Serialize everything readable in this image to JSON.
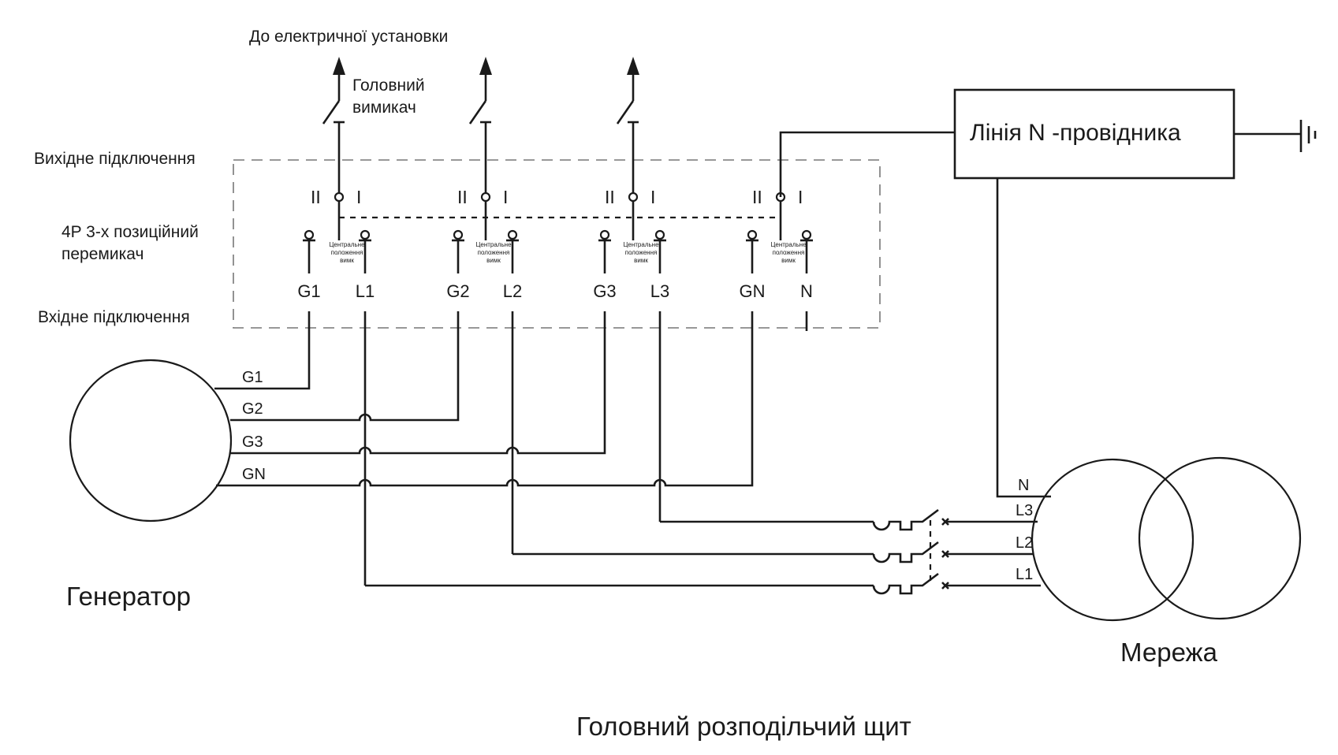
{
  "diagram": {
    "title": "Головний розподільчий щит",
    "top_label": "До електричної установки",
    "main_switch_label": [
      "Головний",
      "вимикач"
    ],
    "left_labels": {
      "output": "Вихідне підключення",
      "switch": [
        "4P 3-х позиційний",
        "перемикач"
      ],
      "input": "Вхідне підключення"
    },
    "poles": [
      {
        "id": "pole-1",
        "out_arrow": true,
        "main_switch": true,
        "left_term": "G1",
        "right_term": "L1",
        "pos_II": "II",
        "pos_I": "I",
        "center_note": [
          "Центральне",
          "положення",
          "вимк"
        ]
      },
      {
        "id": "pole-2",
        "out_arrow": true,
        "main_switch": true,
        "left_term": "G2",
        "right_term": "L2",
        "pos_II": "II",
        "pos_I": "I",
        "center_note": [
          "Центральне",
          "положення",
          "вимк"
        ]
      },
      {
        "id": "pole-3",
        "out_arrow": true,
        "main_switch": true,
        "left_term": "G3",
        "right_term": "L3",
        "pos_II": "II",
        "pos_I": "I",
        "center_note": [
          "Центральне",
          "положення",
          "вимк"
        ]
      },
      {
        "id": "pole-n",
        "out_arrow": false,
        "main_switch": false,
        "left_term": "GN",
        "right_term": "N",
        "pos_II": "II",
        "pos_I": "I",
        "center_note": [
          "Центральне",
          "положення",
          "вимк"
        ]
      }
    ],
    "generator": {
      "label": "Генератор",
      "wires": [
        "G1",
        "G2",
        "G3",
        "GN"
      ]
    },
    "n_line_box": {
      "label": "Лінія N -провідника",
      "ground_icon": "ground-icon"
    },
    "network": {
      "label": "Мережа",
      "wires": [
        "N",
        "L3",
        "L2",
        "L1"
      ],
      "breaker_icon": "circuit-breaker-icon"
    }
  }
}
